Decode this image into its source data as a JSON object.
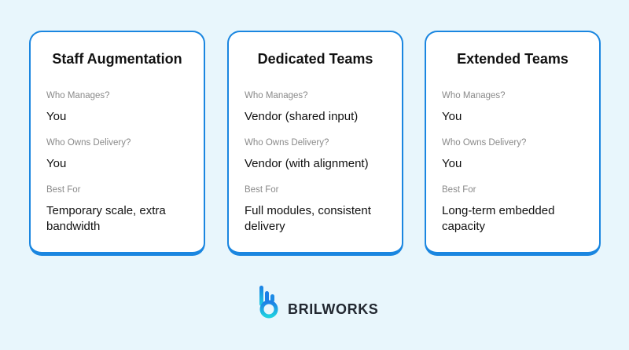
{
  "colors": {
    "background": "#e8f6fc",
    "card_border": "#1a86e0",
    "card_bg": "#ffffff",
    "label": "#8a8a8a",
    "text": "#111111"
  },
  "cards": [
    {
      "title": "Staff Augmentation",
      "fields": [
        {
          "label": "Who Manages?",
          "value": "You"
        },
        {
          "label": "Who Owns Delivery?",
          "value": "You"
        },
        {
          "label": "Best For",
          "value": "Temporary scale, extra bandwidth"
        }
      ]
    },
    {
      "title": "Dedicated Teams",
      "fields": [
        {
          "label": "Who Manages?",
          "value": "Vendor (shared input)"
        },
        {
          "label": "Who Owns Delivery?",
          "value": "Vendor (with alignment)"
        },
        {
          "label": "Best For",
          "value": "Full modules, consistent delivery"
        }
      ]
    },
    {
      "title": "Extended Teams",
      "fields": [
        {
          "label": "Who Manages?",
          "value": "You"
        },
        {
          "label": "Who Owns Delivery?",
          "value": "You"
        },
        {
          "label": "Best For",
          "value": "Long-term embedded capacity"
        }
      ]
    }
  ],
  "brand": {
    "icon": "brilworks-logo-icon",
    "name": "BRILWORKS"
  }
}
